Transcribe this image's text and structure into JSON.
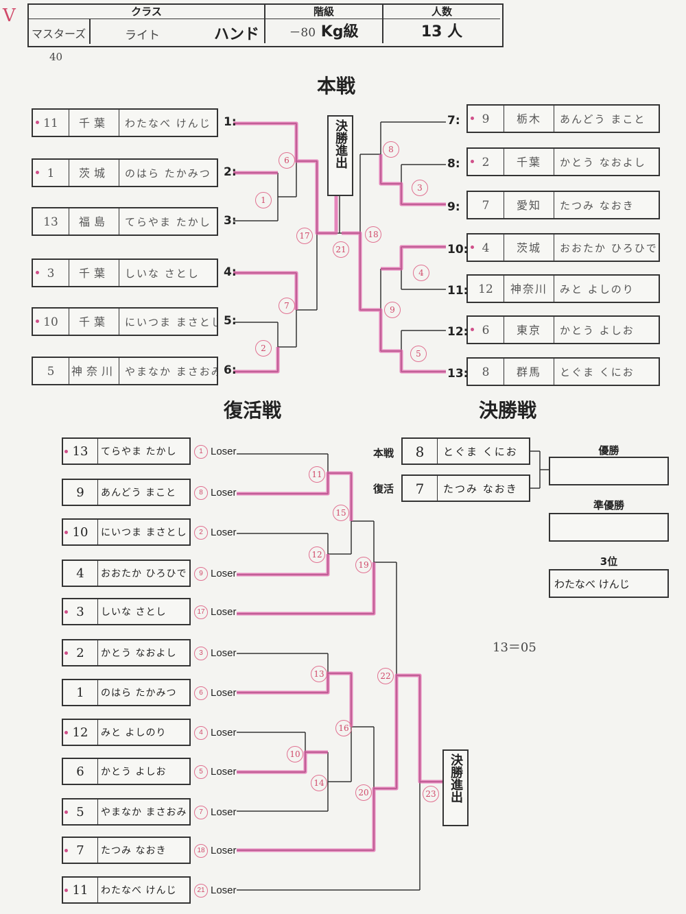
{
  "corner_mark": "V",
  "header": {
    "labels": {
      "class": "クラス",
      "grade": "階級",
      "count": "人数"
    },
    "class_value": "マスターズ",
    "class_value2": "ライト",
    "class_value3": "ハンド",
    "under_class": "40",
    "grade_value": "－80",
    "grade_unit": "Kg級",
    "count_value": "13 人"
  },
  "sections": {
    "main": "本戦",
    "repechage": "復活戦",
    "final": "決勝戦"
  },
  "advance_label": "決勝進出",
  "main_left": [
    {
      "slot": "1",
      "seed": "11",
      "pref": "千葉",
      "name": "わたなべ けんじ",
      "dot": true
    },
    {
      "slot": "2",
      "seed": "1",
      "pref": "茨城",
      "name": "のはら たかみつ",
      "dot": true
    },
    {
      "slot": "3",
      "seed": "13",
      "pref": "福島",
      "name": "てらやま たかし",
      "dot": false
    },
    {
      "slot": "4",
      "seed": "3",
      "pref": "千葉",
      "name": "しいな さとし",
      "dot": true
    },
    {
      "slot": "5",
      "seed": "10",
      "pref": "千葉",
      "name": "にいつま まさとし",
      "dot": true
    },
    {
      "slot": "6",
      "seed": "5",
      "pref": "神奈川",
      "name": "やまなか まさおみ",
      "dot": false
    }
  ],
  "main_right": [
    {
      "slot": "7",
      "seed": "9",
      "pref": "栃木",
      "name": "あんどう まこと",
      "dot": true
    },
    {
      "slot": "8",
      "seed": "2",
      "pref": "千葉",
      "name": "かとう なおよし",
      "dot": true
    },
    {
      "slot": "9",
      "seed": "7",
      "pref": "愛知",
      "name": "たつみ なおき",
      "dot": false
    },
    {
      "slot": "10",
      "seed": "4",
      "pref": "茨城",
      "name": "おおたか ひろひで",
      "dot": true
    },
    {
      "slot": "11",
      "seed": "12",
      "pref": "神奈川",
      "name": "みと よしのり",
      "dot": false
    },
    {
      "slot": "12",
      "seed": "6",
      "pref": "東京",
      "name": "かとう よしお",
      "dot": true
    },
    {
      "slot": "13",
      "seed": "8",
      "pref": "群馬",
      "name": "とぐま くにお",
      "dot": false
    }
  ],
  "main_match_numbers": [
    "6",
    "1",
    "17",
    "7",
    "2",
    "21",
    "8",
    "3",
    "18",
    "4",
    "9",
    "5"
  ],
  "repechage": [
    {
      "seed": "13",
      "name": "てらやま たかし",
      "match": "1",
      "dot": true
    },
    {
      "seed": "9",
      "name": "あんどう まこと",
      "match": "8",
      "dot": false
    },
    {
      "seed": "10",
      "name": "にいつま まさとし",
      "match": "2",
      "dot": true
    },
    {
      "seed": "4",
      "name": "おおたか ひろひで",
      "match": "9",
      "dot": false
    },
    {
      "seed": "3",
      "name": "しいな さとし",
      "match": "17",
      "dot": true
    },
    {
      "seed": "2",
      "name": "かとう なおよし",
      "match": "3",
      "dot": true
    },
    {
      "seed": "1",
      "name": "のはら たかみつ",
      "match": "6",
      "dot": false
    },
    {
      "seed": "12",
      "name": "みと よしのり",
      "match": "4",
      "dot": true
    },
    {
      "seed": "6",
      "name": "かとう よしお",
      "match": "5",
      "dot": false
    },
    {
      "seed": "5",
      "name": "やまなか まさおみ",
      "match": "7",
      "dot": true
    },
    {
      "seed": "7",
      "name": "たつみ なおき",
      "match": "18",
      "dot": true
    },
    {
      "seed": "11",
      "name": "わたなべ けんじ",
      "match": "21",
      "dot": true
    }
  ],
  "loser_label": "Loser",
  "rep_match_numbers": [
    "11",
    "15",
    "12",
    "19",
    "13",
    "22",
    "16",
    "10",
    "14",
    "20",
    "23"
  ],
  "final": {
    "rows": [
      {
        "label": "本戦",
        "seed": "8",
        "name": "とぐま くにお"
      },
      {
        "label": "復活",
        "seed": "7",
        "name": "たつみ なおき"
      }
    ],
    "results": [
      {
        "label": "優勝",
        "value": ""
      },
      {
        "label": "準優勝",
        "value": ""
      },
      {
        "label": "3位",
        "value": "わたなべ けんじ"
      }
    ]
  },
  "note": "13＝05"
}
